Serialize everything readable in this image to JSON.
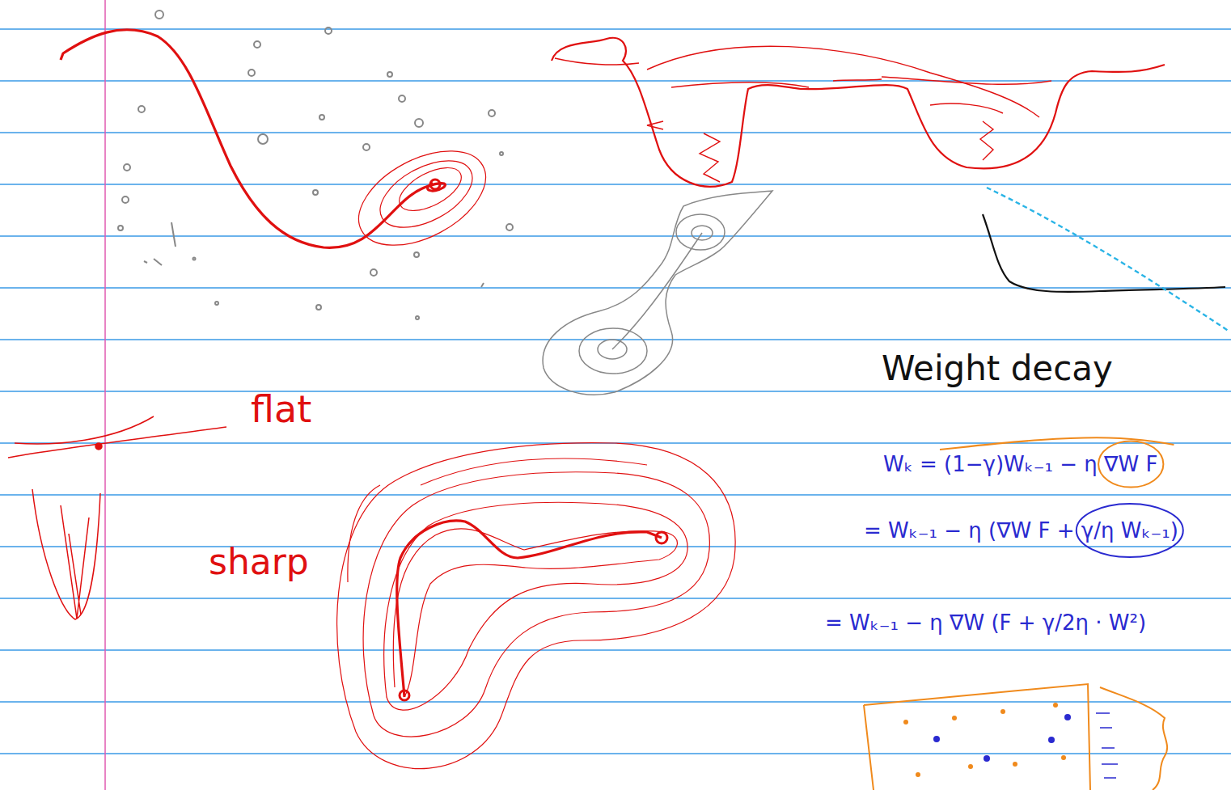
{
  "diagram": {
    "labels": [
      "flat",
      "sharp",
      "Weight decay",
      "Wₖ = (1−γ)Wₖ₋₁ − η ∇W F",
      "= Wₖ₋₁ − η (∇W F + γ/η Wₖ₋₁)",
      "= Wₖ₋₁ − η ∇W (F + γ/2η · W²)"
    ]
  }
}
